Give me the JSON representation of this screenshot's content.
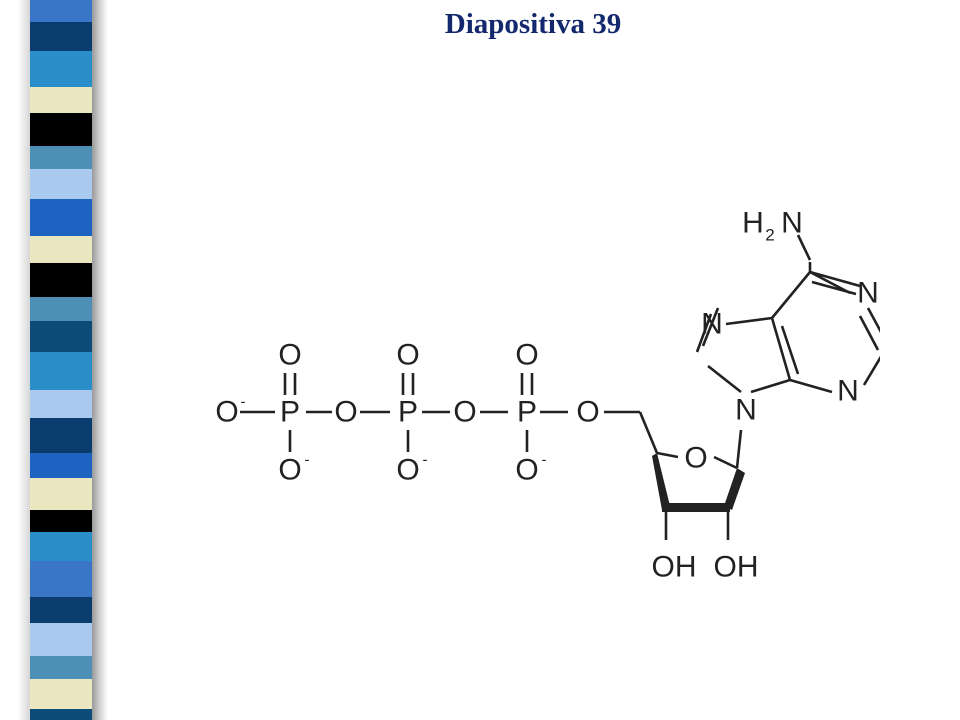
{
  "slide": {
    "title": "Diapositiva 39"
  },
  "diagram": {
    "atoms": {
      "oxygen": "O",
      "phosphorus": "P",
      "nitrogen": "N",
      "hydroxyl": "OH",
      "amine_h": "H",
      "amine_subscript": "2",
      "amine_n": "N",
      "anion_charge": "-"
    }
  },
  "colors": {
    "title": "#14286e",
    "stripes": [
      "#3a76c8",
      "#0a3d6e",
      "#2a8fc9",
      "#e9e6c0",
      "#000000",
      "#4d8fb5",
      "#a9c9ef",
      "#1e63c2",
      "#0d4c78"
    ]
  }
}
